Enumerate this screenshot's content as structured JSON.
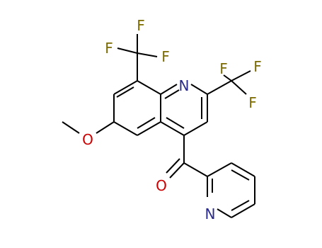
{
  "molecule": {
    "atoms": {
      "ring_n": "N",
      "pyridine_n": "N",
      "carbonyl_o": "O",
      "methoxy_o": "O",
      "f_top_1": "F",
      "f_top_2": "F",
      "f_top_3": "F",
      "f_right_1": "F",
      "f_right_2": "F",
      "f_right_3": "F"
    },
    "colors": {
      "bond": "#000000",
      "nitrogen": "#2a2a8a",
      "oxygen": "#cc0000",
      "fluorine": "#7a6a00"
    }
  }
}
